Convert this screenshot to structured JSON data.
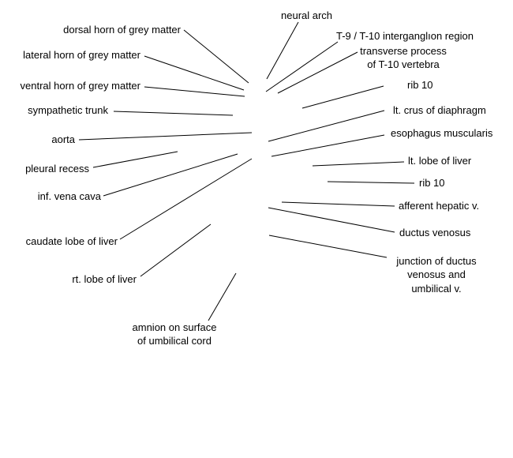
{
  "labels": {
    "neural_arch": "neural arch",
    "dorsal_horn": "dorsal horn of grey matter",
    "t9_t10": "T-9 / T-10 interganglıon region",
    "transverse_1": "transverse process",
    "transverse_2": "of T-10 vertebra",
    "lateral_horn": "lateral horn of grey matter",
    "ventral_horn": "ventral horn of grey matter",
    "rib10_upper": "rib 10",
    "lt_crus": "lt. crus of diaphragm",
    "sympathetic_trunk": "sympathetic trunk",
    "esophagus": "esophagus muscularis",
    "aorta": "aorta",
    "lt_lobe_liver": "lt. lobe of liver",
    "pleural_recess": "pleural recess",
    "rib10_lower": "rib 10",
    "inf_vena_cava": "inf. vena cava",
    "afferent_hepatic": "afferent hepatic v.",
    "ductus_venosus": "ductus venosus",
    "caudate_lobe": "caudate lobe of liver",
    "junction_1": "junction of ductus",
    "junction_2": "venosus and",
    "junction_3": "umbilical v.",
    "rt_lobe_liver": "rt. lobe of liver",
    "amnion_1": "amnion on surface",
    "amnion_2": "of umbilical cord"
  }
}
